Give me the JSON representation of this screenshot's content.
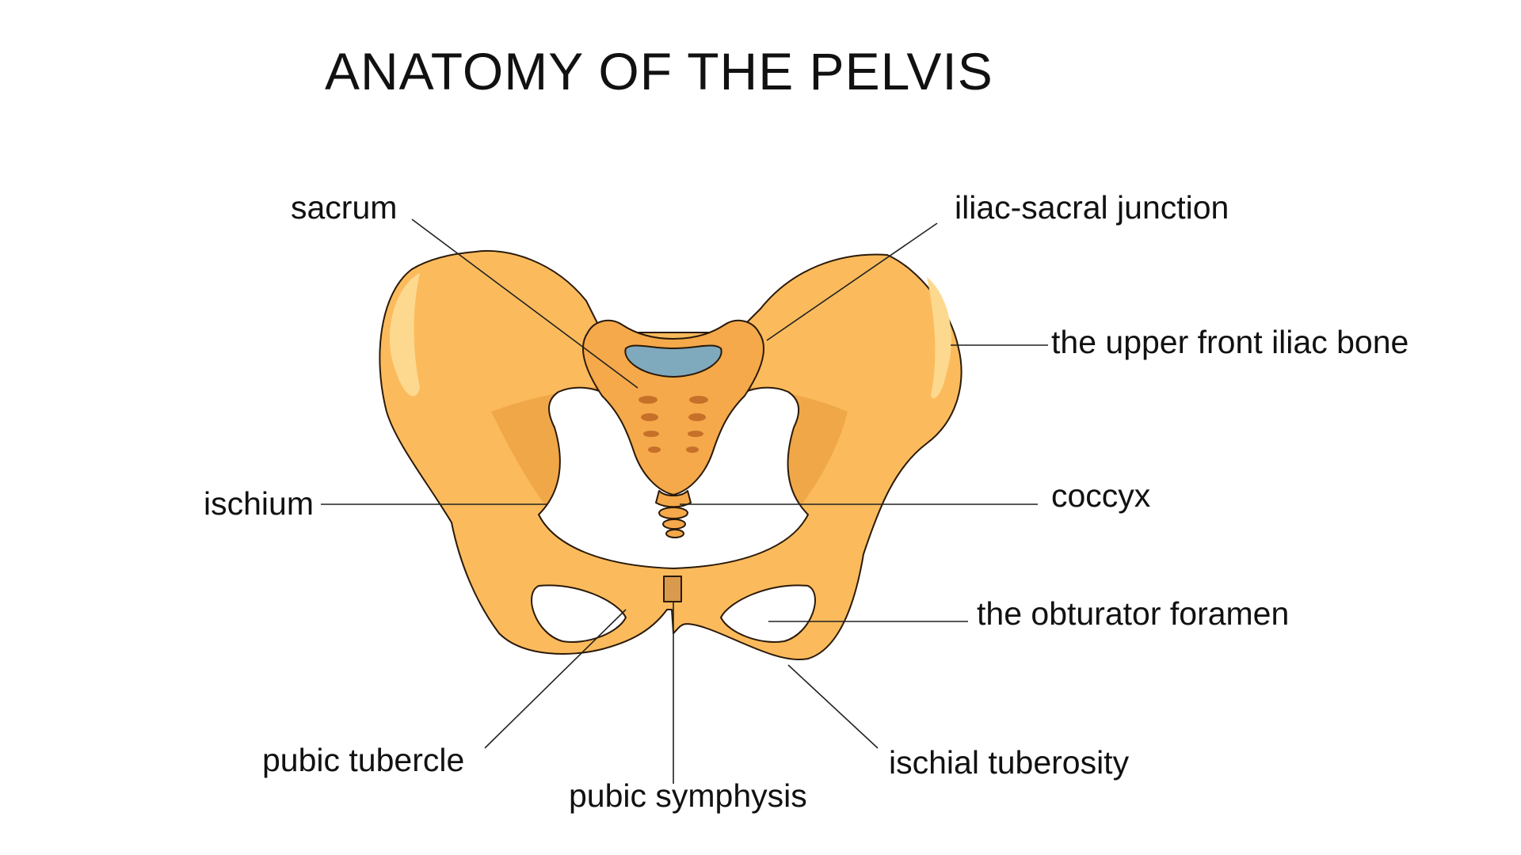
{
  "title": "ANATOMY OF THE PELVIS",
  "labels": {
    "sacrum": "sacrum",
    "iliac_sacral_junction": "iliac-sacral junction",
    "upper_front_iliac_bone": "the upper front iliac bone",
    "ischium": "ischium",
    "coccyx": "coccyx",
    "obturator_foramen": "the obturator foramen",
    "pubic_tubercle": "pubic tubercle",
    "ischial_tuberosity": "ischial tuberosity",
    "pubic_symphysis": "pubic symphysis"
  },
  "colors": {
    "bone": "#fbbb5c",
    "bone_light": "#fdd98f",
    "bone_shadow": "#e89838",
    "bone_outline": "#2a1a0a",
    "cartilage": "#7fa9bd",
    "leader_line": "#222222"
  }
}
